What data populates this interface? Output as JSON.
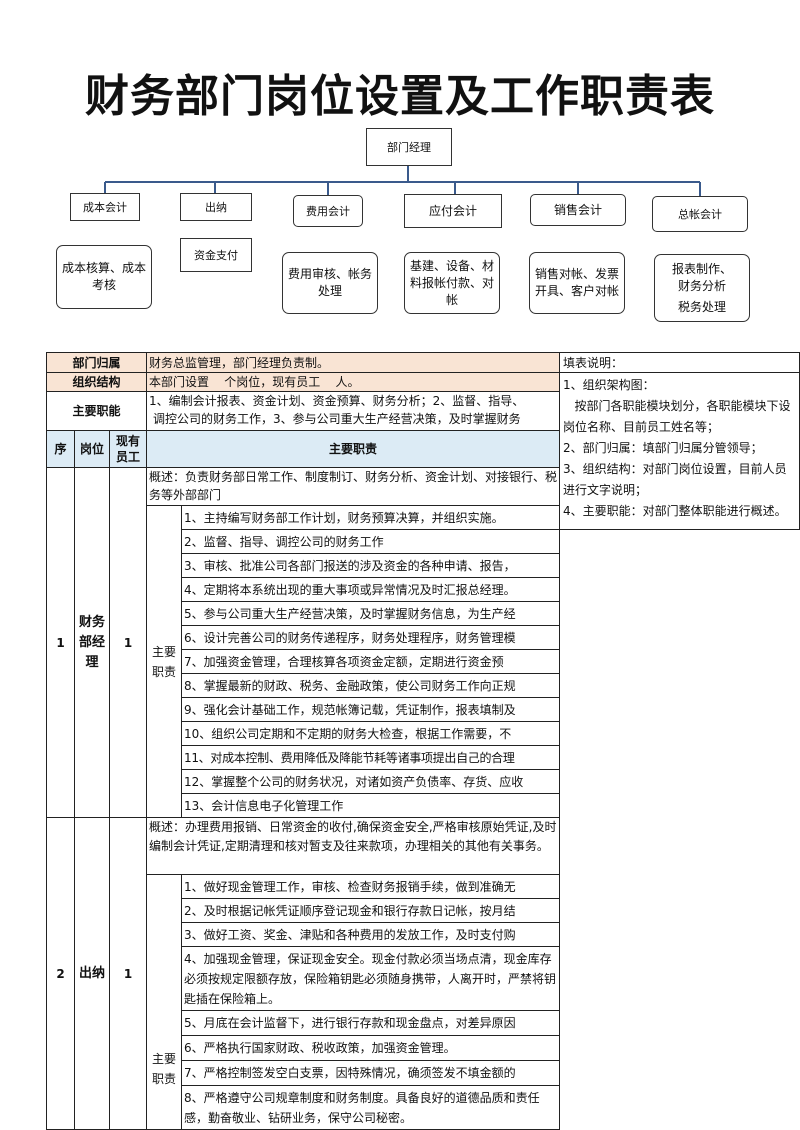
{
  "title": "财务部门岗位设置及工作职责表",
  "org": {
    "manager": "部门经理",
    "positions": [
      {
        "name": "成本会计",
        "duty": "成本核算、成本考核"
      },
      {
        "name": "出纳",
        "duty": "资金支付"
      },
      {
        "name": "费用会计",
        "duty": "费用审核、帐务处理"
      },
      {
        "name": "应付会计",
        "duty": "基建、设备、材料报帐付款、对帐"
      },
      {
        "name": "销售会计",
        "duty": "销售对帐、发票开具、客户对帐"
      },
      {
        "name": "总帐会计",
        "duty": "报表制作、财务分析",
        "duty2": "税务处理"
      }
    ]
  },
  "table": {
    "labels": {
      "dept": "部门归属",
      "structure": "组织结构",
      "main_duty": "主要职能",
      "seq": "序",
      "post": "岗位",
      "staff": "现有员工",
      "duties_header": "主要职责",
      "key_duties": "主要职责"
    },
    "dept_value": "财务总监管理，部门经理负责制。",
    "structure_value": "本部门设置    个岗位，现有员工    人。",
    "main_duty_lines": [
      "1、编制会计报表、资金计划、资金预算、财务分析；2、监督、指导、",
      "调控公司的财务工作，3、参与公司重大生产经营决策，及时掌握财务"
    ],
    "notes_title": "填表说明：",
    "notes": [
      "1、组织架构图：",
      "   按部门各职能模块划分，各职能模块下设岗位名称、目前员工姓名等；",
      "2、部门归属：填部门归属分管领导；",
      "3、组织结构：对部门岗位设置，目前人员进行文字说明；",
      "4、主要职能：对部门整体职能进行概述。"
    ],
    "rows": [
      {
        "seq": "1",
        "post": "财务部经理",
        "staff": "1",
        "summary": "概述：负责财务部日常工作、制度制订、财务分析、资金计划、对接银行、税务等外部部门",
        "duties": [
          "1、主持编写财务部工作计划，财务预算决算，并组织实施。",
          "2、监督、指导、调控公司的财务工作",
          "3、审核、批准公司各部门报送的涉及资金的各种申请、报告，",
          "4、定期将本系统出现的重大事项或异常情况及时汇报总经理。",
          "5、参与公司重大生产经营决策，及时掌握财务信息，为生产经",
          "6、设计完善公司的财务传递程序，财务处理程序，财务管理模",
          "7、加强资金管理，合理核算各项资金定额，定期进行资金预",
          "8、掌握最新的财政、税务、金融政策，使公司财务工作向正规",
          "9、强化会计基础工作，规范帐簿记载，凭证制作，报表填制及",
          "10、组织公司定期和不定期的财务大检查，根据工作需要，不",
          "11、对成本控制、费用降低及降能节耗等诸事项提出自己的合理",
          "12、掌握整个公司的财务状况，对诸如资产负债率、存货、应收",
          "13、会计信息电子化管理工作"
        ]
      },
      {
        "seq": "2",
        "post": "出纳",
        "staff": "1",
        "summary": "概述：办理费用报销、日常资金的收付,确保资金安全,严格审核原始凭证,及时编制会计凭证,定期清理和核对暂支及往来款项，办理相关的其他有关事务。",
        "duties": [
          "1、做好现金管理工作，审核、检查财务报销手续，做到准确无",
          "2、及时根据记帐凭证顺序登记现金和银行存款日记帐，按月结",
          "3、做好工资、奖金、津贴和各种费用的发放工作，及时支付购",
          "4、加强现金管理，保证现金安全。现金付款必须当场点清，现金库存必须按规定限额存放，保险箱钥匙必须随身携带，人离开时，严禁将钥匙插在保险箱上。",
          "5、月底在会计监督下，进行银行存款和现金盘点，对差异原因",
          "6、严格执行国家财政、税收政策，加强资金管理。",
          "7、严格控制签发空白支票，因特殊情况，确须签发不填金额的",
          "8、严格遵守公司规章制度和财务制度。具备良好的道德品质和责任感，勤奋敬业、钻研业务，保守公司秘密。"
        ]
      }
    ]
  }
}
